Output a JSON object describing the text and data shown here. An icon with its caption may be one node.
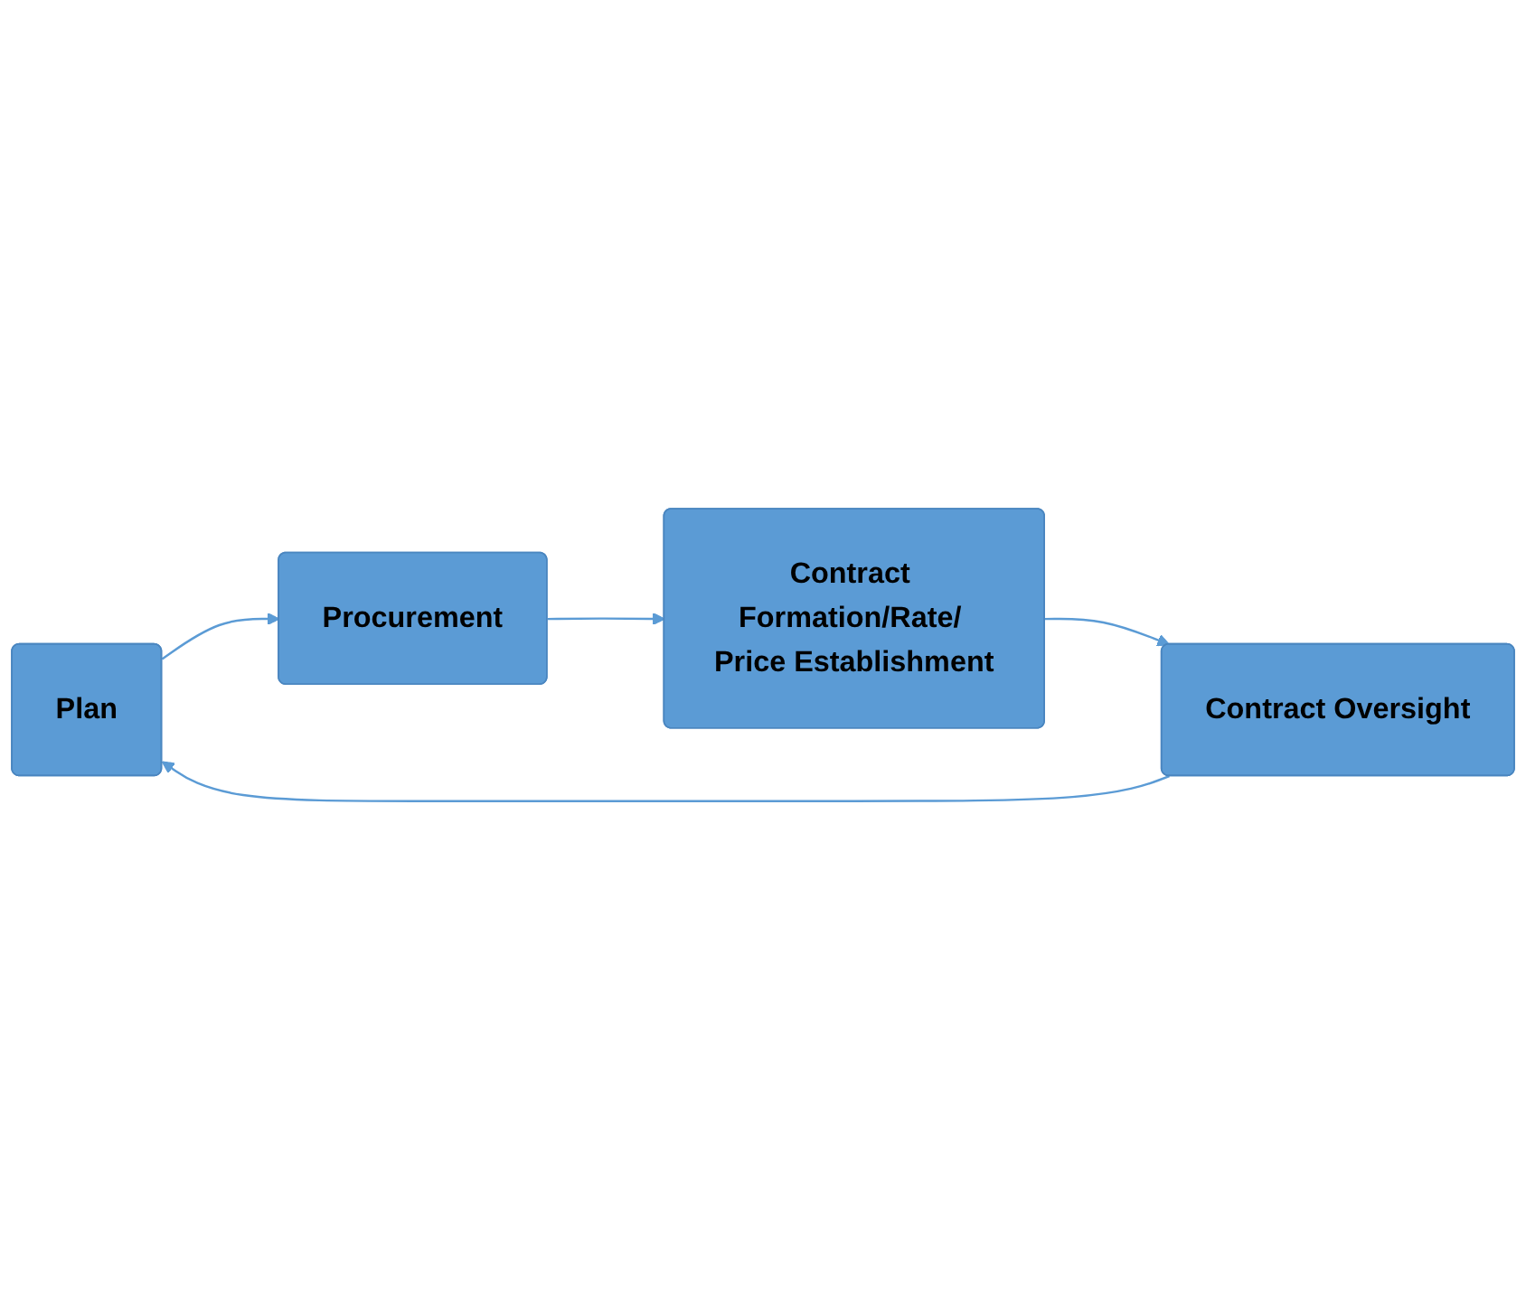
{
  "diagram": {
    "nodes": [
      {
        "text": [
          "Plan"
        ]
      },
      {
        "text": [
          "Procurement"
        ]
      },
      {
        "text": [
          "Contract Formation/Rate/ Price Establishment"
        ]
      },
      {
        "text": [
          "Contract Oversight"
        ]
      }
    ],
    "edges": [
      {
        "from": 0,
        "to": 1,
        "arrow": "to"
      },
      {
        "from": 1,
        "to": 2,
        "arrow": "to"
      },
      {
        "from": 2,
        "to": 3,
        "arrow": "to"
      },
      {
        "from": 3,
        "to": 0,
        "arrow": "to"
      }
    ]
  }
}
